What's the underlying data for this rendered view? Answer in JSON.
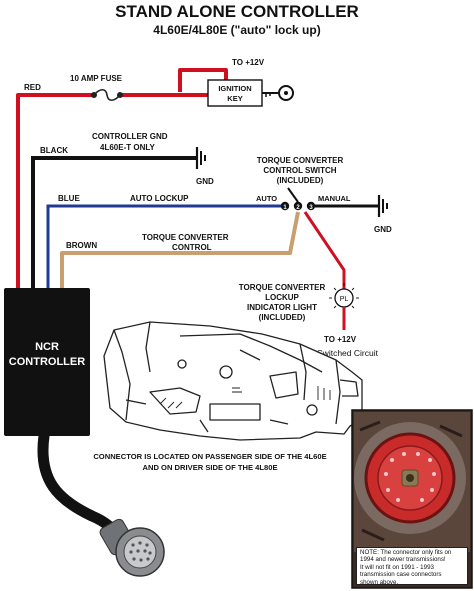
{
  "title": {
    "line1": "STAND ALONE CONTROLLER",
    "line2": "4L60E/4L80E (\"auto\" lock up)"
  },
  "labels": {
    "to_12v_top": "TO +12V",
    "fuse": "10 AMP FUSE",
    "red_wire": "RED",
    "ignition_key_1": "IGNITION",
    "ignition_key_2": "KEY",
    "controller_gnd_1": "CONTROLLER GND",
    "controller_gnd_2": "4L60E-T ONLY",
    "black_wire": "BLACK",
    "gnd_left": "GND",
    "switch_title_1": "TORQUE CONVERTER",
    "switch_title_2": "CONTROL SWITCH",
    "switch_title_3": "(INCLUDED)",
    "blue_wire": "BLUE",
    "auto_lockup": "AUTO LOCKUP",
    "auto": "AUTO",
    "manual": "MANUAL",
    "gnd_right": "GND",
    "pin1": "1",
    "pin2": "2",
    "pin3": "3",
    "tc_control_1": "TORQUE CONVERTER",
    "tc_control_2": "CONTROL",
    "brown_wire": "BROWN",
    "indicator_1": "TORQUE CONVERTER",
    "indicator_2": "LOCKUP",
    "indicator_3": "INDICATOR LIGHT",
    "indicator_4": "(INCLUDED)",
    "pl": "PL",
    "to_12v_bottom": "TO +12V",
    "key_switched": "Key Switched Circuit",
    "ncr_1": "NCR",
    "ncr_2": "CONTROLLER",
    "connector_1": "CONNECTOR IS LOCATED ON PASSENGER SIDE OF THE 4L60E",
    "connector_2": "AND ON DRIVER SIDE OF THE 4L80E"
  },
  "note": {
    "line1": "NOTE: The connector only fits on",
    "line2": "1994 and newer transmissions!",
    "line3": "It will not fit on 1991 - 1993",
    "line4": "transmission case connectors",
    "line5": "shown above."
  },
  "colors": {
    "red_wire": "#d01020",
    "black_wire": "#111111",
    "blue_wire": "#1f3a93",
    "brown_wire": "#c8a070",
    "controller": "#111111"
  }
}
